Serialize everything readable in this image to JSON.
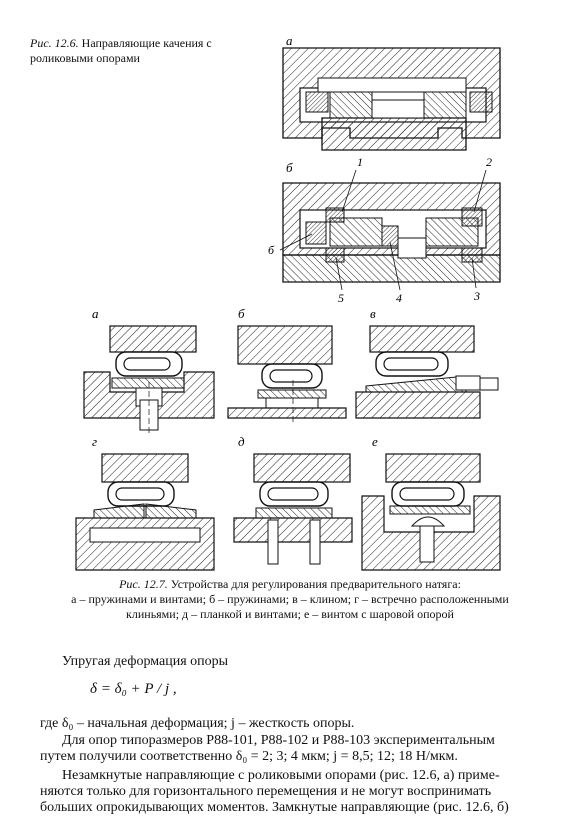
{
  "figure_12_6": {
    "caption_number": "Рис. 12.6.",
    "caption_text": "Направляющие качения с роликовыми опорами",
    "panel_a_label": "а",
    "panel_b_label": "б",
    "callouts": [
      "1",
      "2",
      "3",
      "4",
      "5",
      "б"
    ]
  },
  "figure_12_7": {
    "panel_labels": [
      "а",
      "б",
      "в",
      "г",
      "д",
      "е"
    ],
    "caption_number": "Рис. 12.7.",
    "caption_title": "Устройства для регулирования предварительного натяга:",
    "caption_line2": "а – пружинами и винтами; б – пружинами; в – клином; г – встречно расположенными",
    "caption_line3": "клиньями; д – планкой и винтами; е – винтом с шаровой опорой"
  },
  "text": {
    "p1": "Упругая деформация опоры",
    "formula": "δ = δ₀ + P / j ,",
    "p2": "где δ₀ – начальная деформация; j – жесткость опоры.",
    "p3_line1": "Для опор типоразмеров Р88-101, Р88-102 и Р88-103 экспериментальным",
    "p3_line2": "путем получили соответственно δ₀ = 2; 3; 4 мкм; j = 8,5; 12; 18 Н/мкм.",
    "p4_line1": "Незамкнутые направляющие с роликовыми опорами (рис. 12.6, а) приме-",
    "p4_line2": "няются только для горизонтального перемещения и не могут воспринимать",
    "p4_line3": "больших опрокидывающих моментов. Замкнутые направляющие (рис. 12.6, б)"
  }
}
